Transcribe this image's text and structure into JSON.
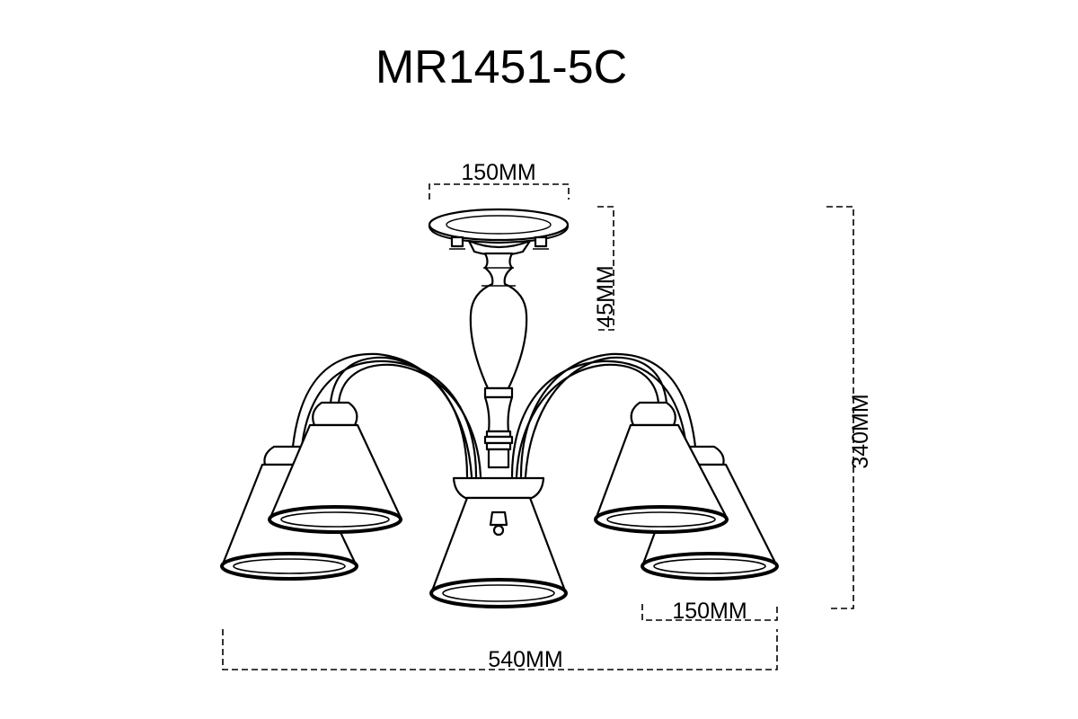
{
  "drawing": {
    "model": "MR1451-5C",
    "dimensions": {
      "canopy_width": "150MM",
      "canopy_height": "45MM",
      "total_height": "340MM",
      "shade_width": "150MM",
      "total_width": "540MM"
    }
  }
}
